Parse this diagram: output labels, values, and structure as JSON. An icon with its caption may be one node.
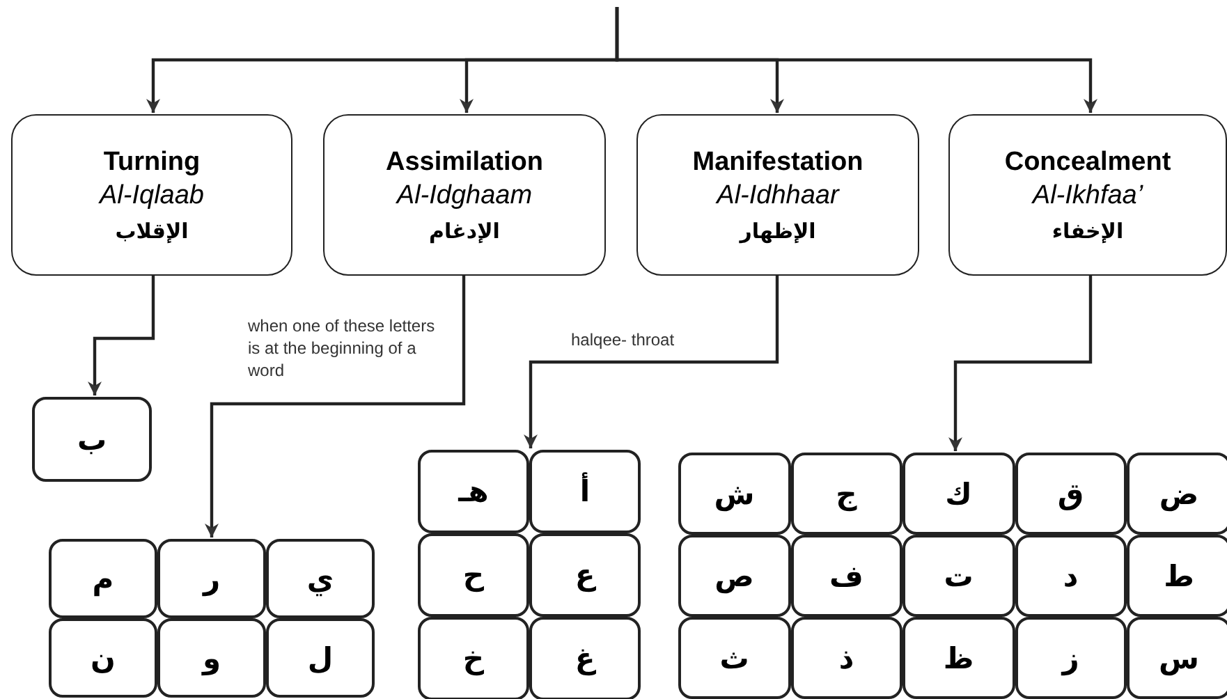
{
  "diagram": {
    "nodes": [
      {
        "text": [
          "Turning",
          "Al-Iqlaab",
          "الإقلاب"
        ]
      },
      {
        "text": [
          "Assimilation",
          "Al-Idghaam",
          "الإدغام"
        ]
      },
      {
        "text": [
          "Manifestation",
          "Al-Idhhaar",
          "الإظهار"
        ]
      },
      {
        "text": [
          "Concealment",
          "Al-Ikhfaa’",
          "الإخفاء"
        ]
      },
      {
        "text": [
          "ب"
        ]
      },
      {
        "text": [
          "م"
        ]
      },
      {
        "text": [
          "ر"
        ]
      },
      {
        "text": [
          "ي"
        ]
      },
      {
        "text": [
          "ن"
        ]
      },
      {
        "text": [
          "و"
        ]
      },
      {
        "text": [
          "ل"
        ]
      },
      {
        "text": [
          "هـ"
        ]
      },
      {
        "text": [
          "أ"
        ]
      },
      {
        "text": [
          "ح"
        ]
      },
      {
        "text": [
          "ع"
        ]
      },
      {
        "text": [
          "خ"
        ]
      },
      {
        "text": [
          "غ"
        ]
      },
      {
        "text": [
          "ش"
        ]
      },
      {
        "text": [
          "ج"
        ]
      },
      {
        "text": [
          "ك"
        ]
      },
      {
        "text": [
          "ق"
        ]
      },
      {
        "text": [
          "ض"
        ]
      },
      {
        "text": [
          "ص"
        ]
      },
      {
        "text": [
          "ف"
        ]
      },
      {
        "text": [
          "ت"
        ]
      },
      {
        "text": [
          "د"
        ]
      },
      {
        "text": [
          "ط"
        ]
      },
      {
        "text": [
          "ث"
        ]
      },
      {
        "text": [
          "ذ"
        ]
      },
      {
        "text": [
          "ظ"
        ]
      },
      {
        "text": [
          "ز"
        ]
      },
      {
        "text": [
          "س"
        ]
      }
    ],
    "edges": [
      {
        "from": null,
        "to": 0,
        "arrow": "to"
      },
      {
        "from": null,
        "to": 1,
        "arrow": "to"
      },
      {
        "from": null,
        "to": 2,
        "arrow": "to"
      },
      {
        "from": null,
        "to": 3,
        "arrow": "to"
      },
      {
        "from": 0,
        "to": 4,
        "arrow": "to"
      },
      {
        "from": 1,
        "to": 6,
        "arrow": "to",
        "label": "when one of these letters is at the beginning of a word"
      },
      {
        "from": 2,
        "to": 11,
        "arrow": "to",
        "label": "halqee- throat"
      },
      {
        "from": 3,
        "to": 19,
        "arrow": "to"
      }
    ]
  }
}
